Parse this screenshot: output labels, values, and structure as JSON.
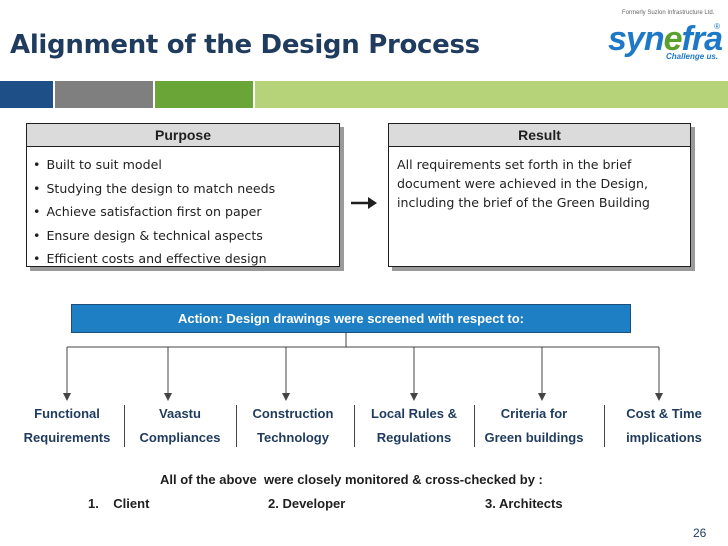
{
  "slide": {
    "title": "Alignment of the Design Process",
    "page_number": "26"
  },
  "logo": {
    "tagline_top": "Formerly Suzlon Infrastructure Ltd.",
    "word_syn": "syn",
    "word_e": "e",
    "word_fra": "fra",
    "registered": "®",
    "tagline_bottom": "Challenge us."
  },
  "colors": {
    "title": "#1f3b5e",
    "bar_dark_blue": "#1f4f87",
    "bar_grey": "#7f7f7f",
    "bar_green_dark": "#6aa637",
    "bar_green_light": "#b6d37a",
    "action_blue": "#1f7fc4"
  },
  "purpose": {
    "header": "Purpose",
    "items": [
      "Built to suit model",
      "Studying the design to match needs",
      "Achieve satisfaction first on paper",
      "Ensure design & technical aspects",
      "Efficient costs and effective design"
    ]
  },
  "result": {
    "header": "Result",
    "text": "All requirements set forth in the brief document were achieved in the Design, including the brief of the Green Building"
  },
  "action": {
    "label": "Action: Design drawings were screened with respect to:"
  },
  "categories": [
    {
      "line1": "Functional",
      "line2": "Requirements"
    },
    {
      "line1": "Vaastu",
      "line2": "Compliances"
    },
    {
      "line1": "Construction",
      "line2": "Technology"
    },
    {
      "line1": "Local Rules &",
      "line2": "Regulations"
    },
    {
      "line1": "Criteria for",
      "line2": "Green buildings"
    },
    {
      "line1": "Cost & Time",
      "line2": "implications"
    }
  ],
  "monitoring": {
    "note": "All of the above  were closely monitored & cross-checked by :",
    "checkers": [
      "1.    Client",
      "2. Developer",
      "3. Architects"
    ]
  }
}
